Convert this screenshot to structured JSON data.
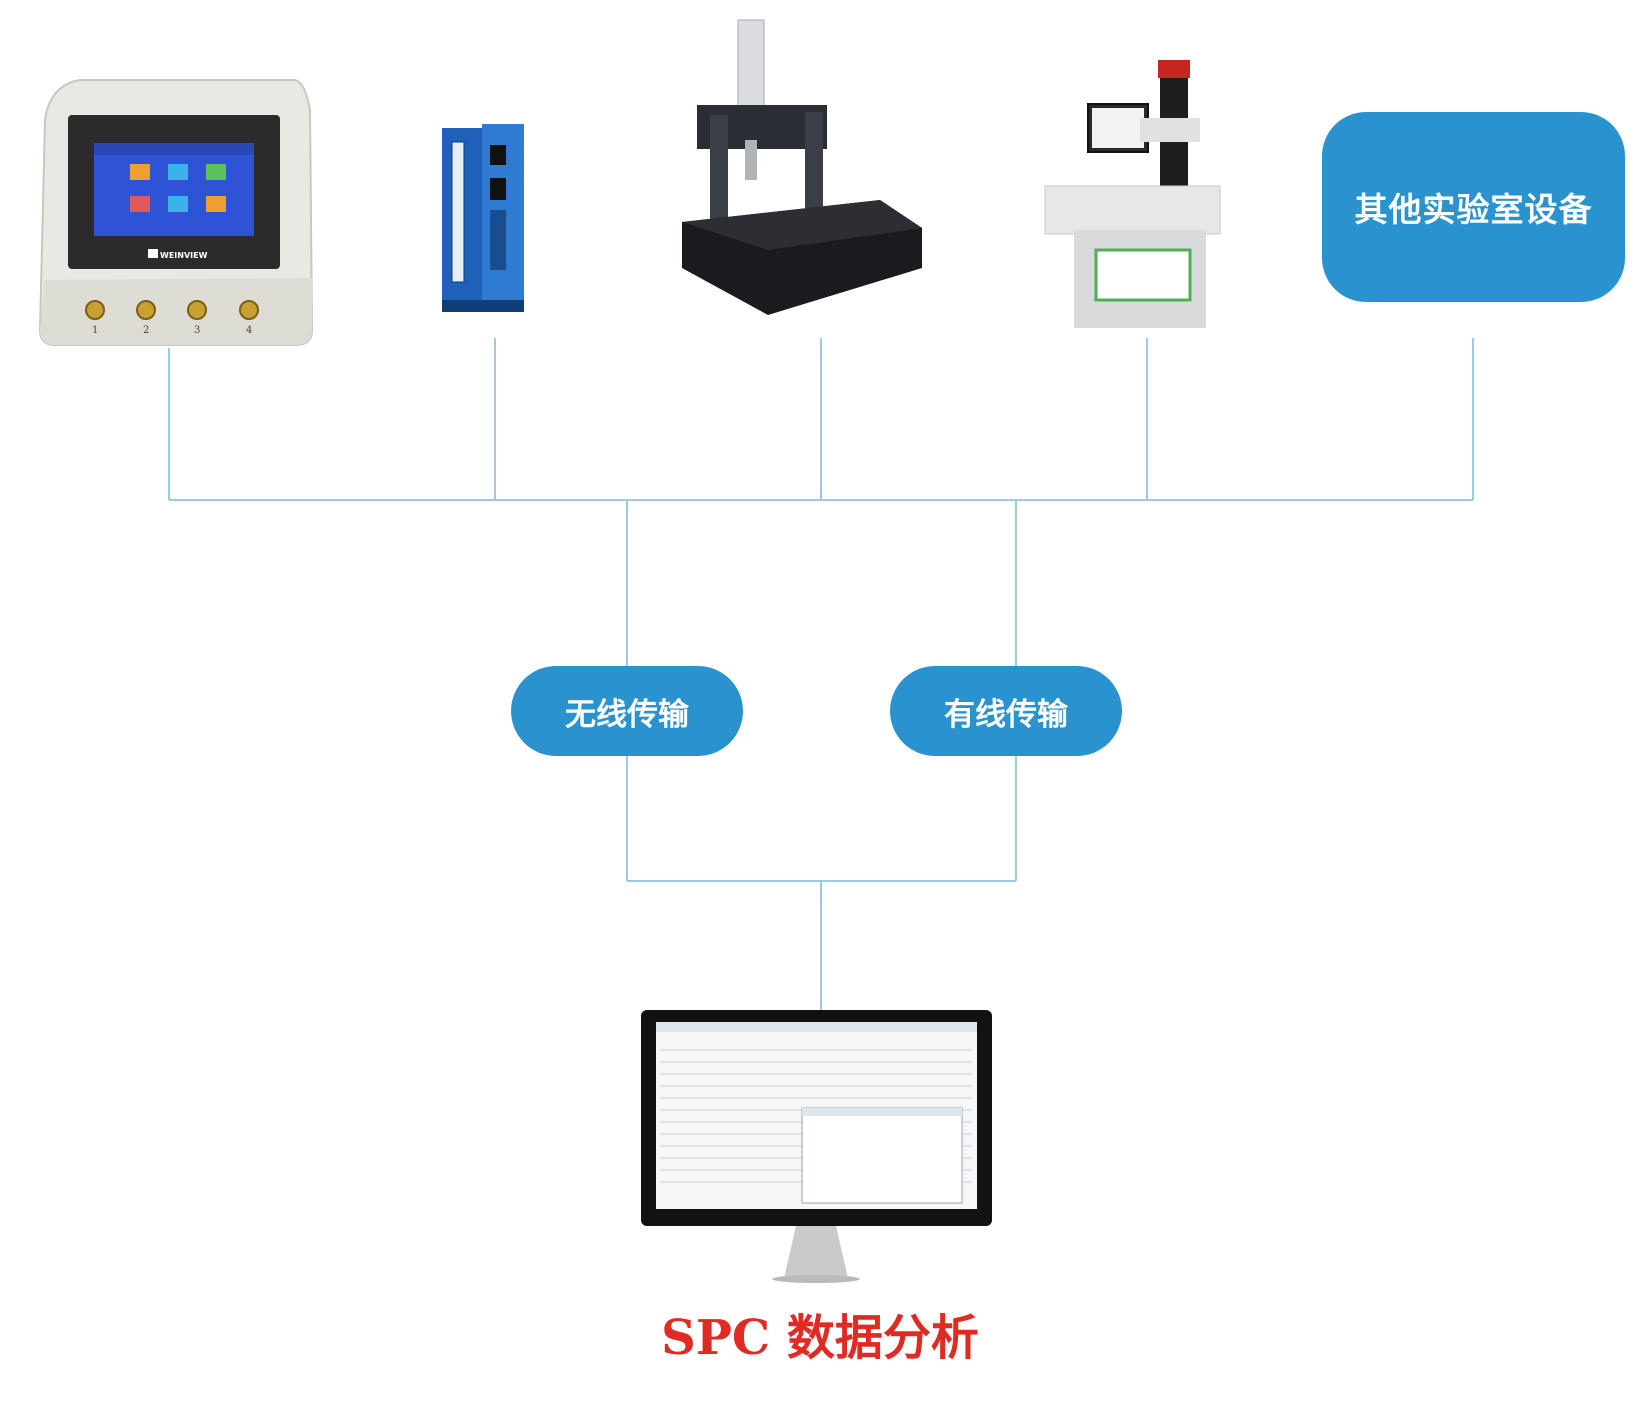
{
  "devices": {
    "tester": {
      "brand": "WEINVIEW",
      "ports": [
        "1",
        "2",
        "3",
        "4"
      ]
    },
    "other_lab_equipment": "其他实验室设备"
  },
  "transmission": {
    "wireless": "无线传输",
    "wired": "有线传输"
  },
  "output": {
    "title": "SPC 数据分析"
  },
  "colors": {
    "accent": "#2a93cf",
    "connector_line": "#9fc8e4",
    "title_red": "#e02a22"
  }
}
